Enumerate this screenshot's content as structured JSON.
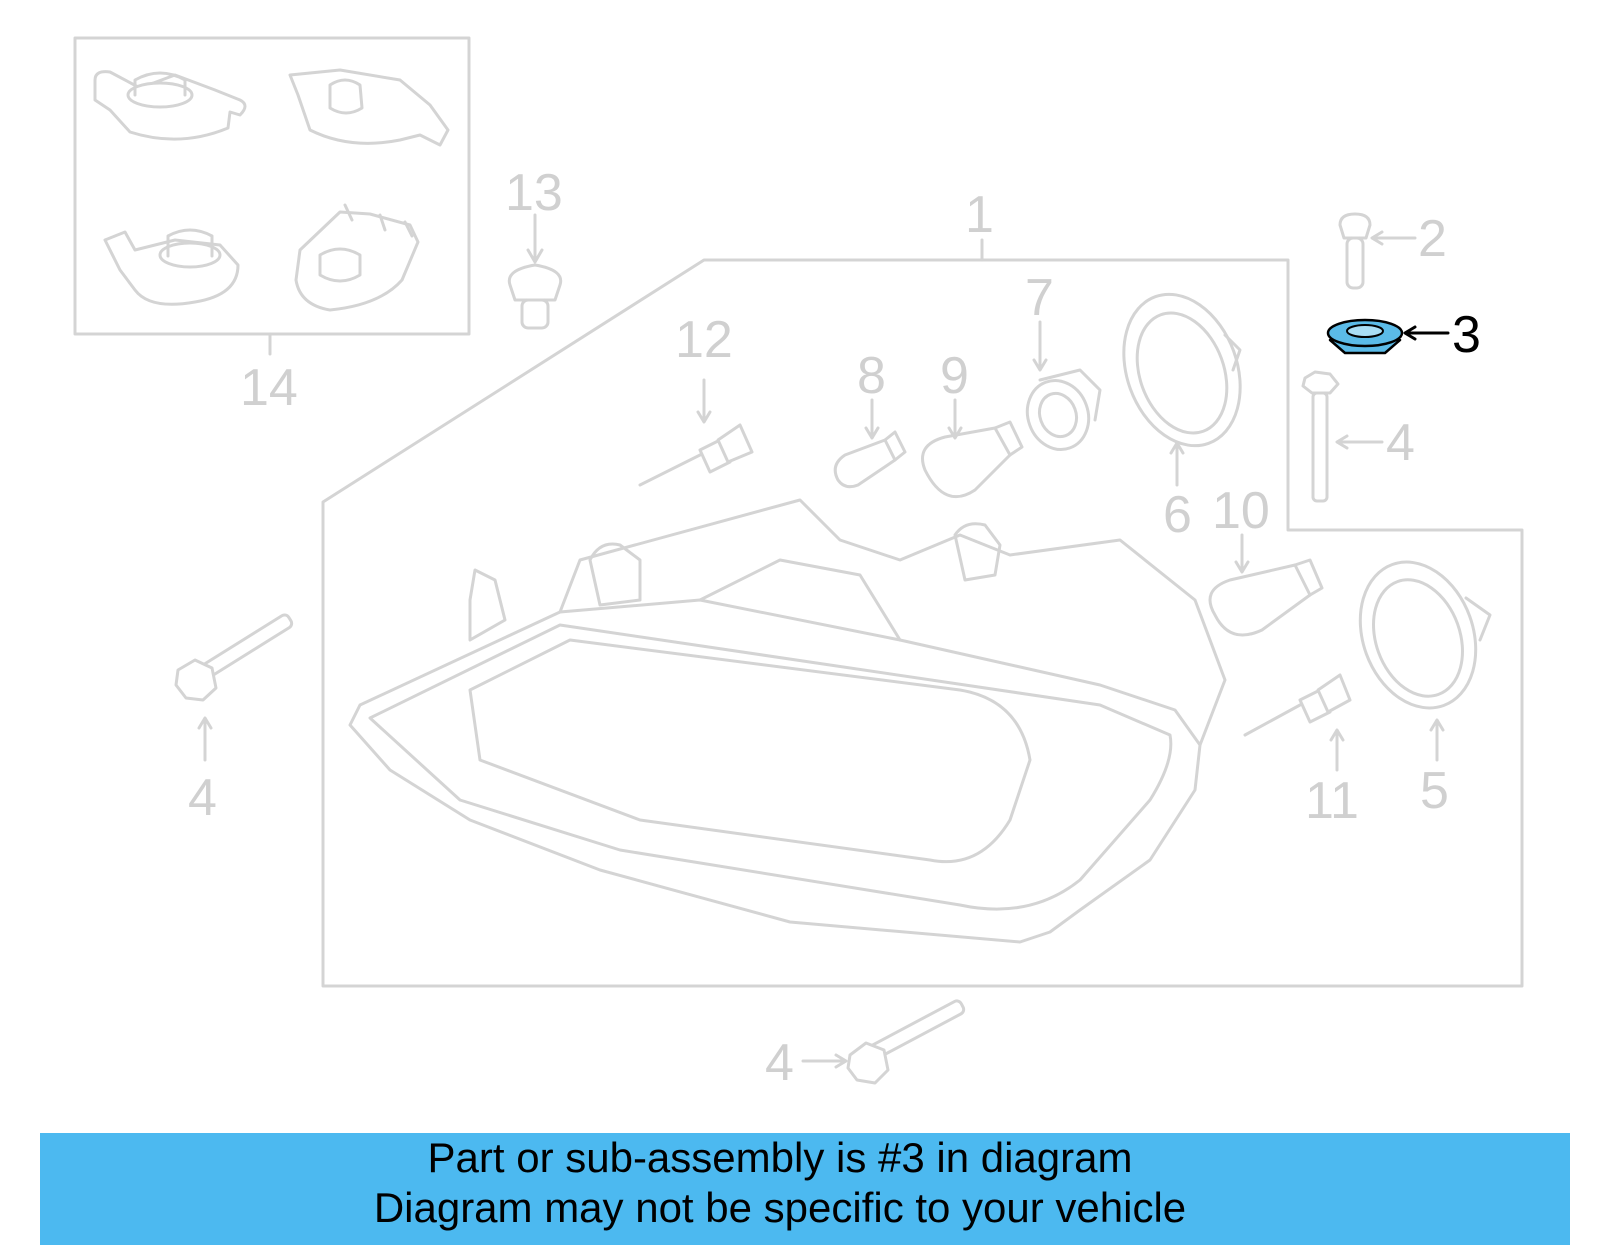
{
  "diagram": {
    "callouts": {
      "c1": "1",
      "c2": "2",
      "c3": "3",
      "c4a": "4",
      "c4b": "4",
      "c4c": "4",
      "c5": "5",
      "c6": "6",
      "c7": "7",
      "c8": "8",
      "c9": "9",
      "c10": "10",
      "c11": "11",
      "c12": "12",
      "c13": "13",
      "c14": "14"
    },
    "highlight_color": "#5bbbe8",
    "inactive_color": "#d4d4d4"
  },
  "banner": {
    "line1": "Part or sub-assembly is #3 in diagram",
    "line2": "Diagram may not be specific to your vehicle",
    "background": "#4cb9f0"
  }
}
